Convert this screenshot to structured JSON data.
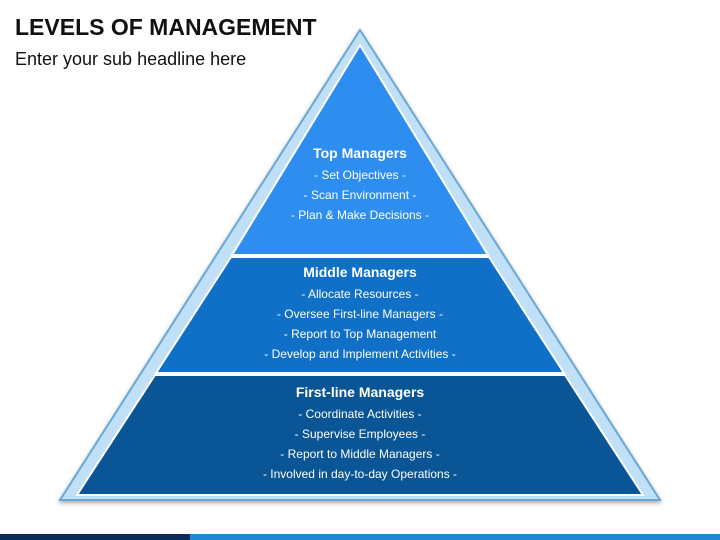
{
  "header": {
    "title": "LEVELS OF MANAGEMENT",
    "subtitle": "Enter your sub headline here"
  },
  "pyramid": {
    "tiers": [
      {
        "heading": "Top Managers",
        "items": [
          "- Set Objectives -",
          "- Scan Environment -",
          "- Plan & Make Decisions -"
        ],
        "color": "#2e8ef0"
      },
      {
        "heading": "Middle Managers",
        "items": [
          "- Allocate Resources -",
          "- Oversee First-line Managers -",
          "- Report to Top Management",
          "- Develop and Implement Activities -"
        ],
        "color": "#1070c8"
      },
      {
        "heading": "First-line Managers",
        "items": [
          "- Coordinate Activities -",
          "- Supervise Employees -",
          "- Report to Middle Managers -",
          "- Involved in day-to-day Operations -"
        ],
        "color": "#0a5596"
      }
    ],
    "outline_color": "#bfe0f6"
  }
}
